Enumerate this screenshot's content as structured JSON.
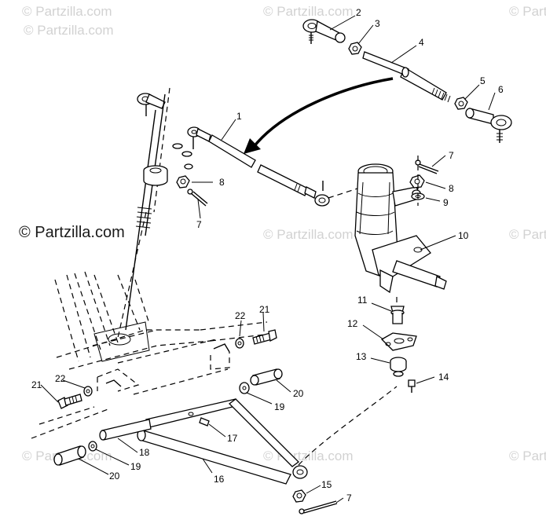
{
  "watermarks": {
    "brand": "© Partzilla.com",
    "main": "© Partzilla.com"
  },
  "callouts": {
    "c1": "1",
    "c2": "2",
    "c3": "3",
    "c4": "4",
    "c5": "5",
    "c6": "6",
    "c7a": "7",
    "c7b": "7",
    "c7c": "7",
    "c8a": "8",
    "c8b": "8",
    "c9": "9",
    "c10": "10",
    "c11": "11",
    "c12": "12",
    "c13": "13",
    "c14": "14",
    "c15": "15",
    "c16": "16",
    "c17": "17",
    "c18": "18",
    "c19a": "19",
    "c19b": "19",
    "c20a": "20",
    "c20b": "20",
    "c21a": "21",
    "c21b": "21",
    "c22a": "22",
    "c22b": "22"
  }
}
